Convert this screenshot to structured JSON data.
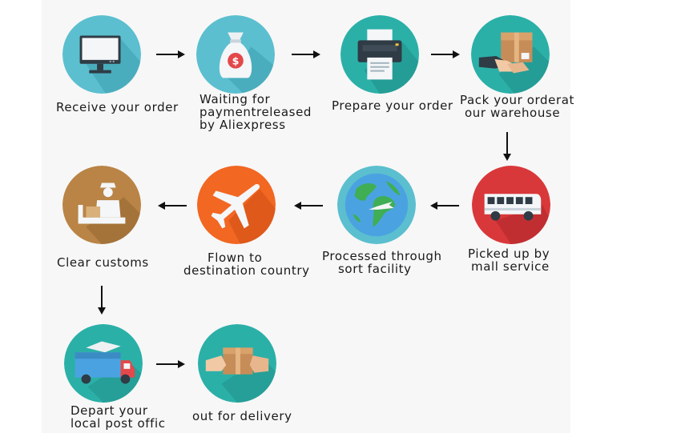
{
  "steps": [
    {
      "id": "receive",
      "lines": [
        "Receive your order"
      ],
      "icon": "monitor-icon",
      "color": "#5bbfcf"
    },
    {
      "id": "payment",
      "lines": [
        "Waiting for",
        "paymentreleased",
        "by Aliexpress"
      ],
      "icon": "money-bag-icon",
      "color": "#5bbfcf"
    },
    {
      "id": "prepare",
      "lines": [
        "Prepare your order"
      ],
      "icon": "printer-icon",
      "color": "#2bb0a8"
    },
    {
      "id": "pack",
      "lines": [
        "Pack your orderat",
        "our warehouse"
      ],
      "icon": "handshake-box-icon",
      "color": "#2bb0a8"
    },
    {
      "id": "pickup",
      "lines": [
        "Picked up by",
        "mall service"
      ],
      "icon": "bus-icon",
      "color": "#d9383a"
    },
    {
      "id": "sort",
      "lines": [
        "Processed through",
        "sort facility"
      ],
      "icon": "globe-icon",
      "color": "#5bbfcf"
    },
    {
      "id": "flown",
      "lines": [
        "Flown to",
        "destination country"
      ],
      "icon": "airplane-icon",
      "color": "#f26722"
    },
    {
      "id": "customs",
      "lines": [
        "Clear customs"
      ],
      "icon": "customs-officer-icon",
      "color": "#b98445"
    },
    {
      "id": "depart",
      "lines": [
        "Depart your",
        "local post offic"
      ],
      "icon": "delivery-truck-icon",
      "color": "#2bb0a8"
    },
    {
      "id": "delivery",
      "lines": [
        "out for delivery"
      ],
      "icon": "hands-parcel-icon",
      "color": "#2bb0a8"
    }
  ]
}
